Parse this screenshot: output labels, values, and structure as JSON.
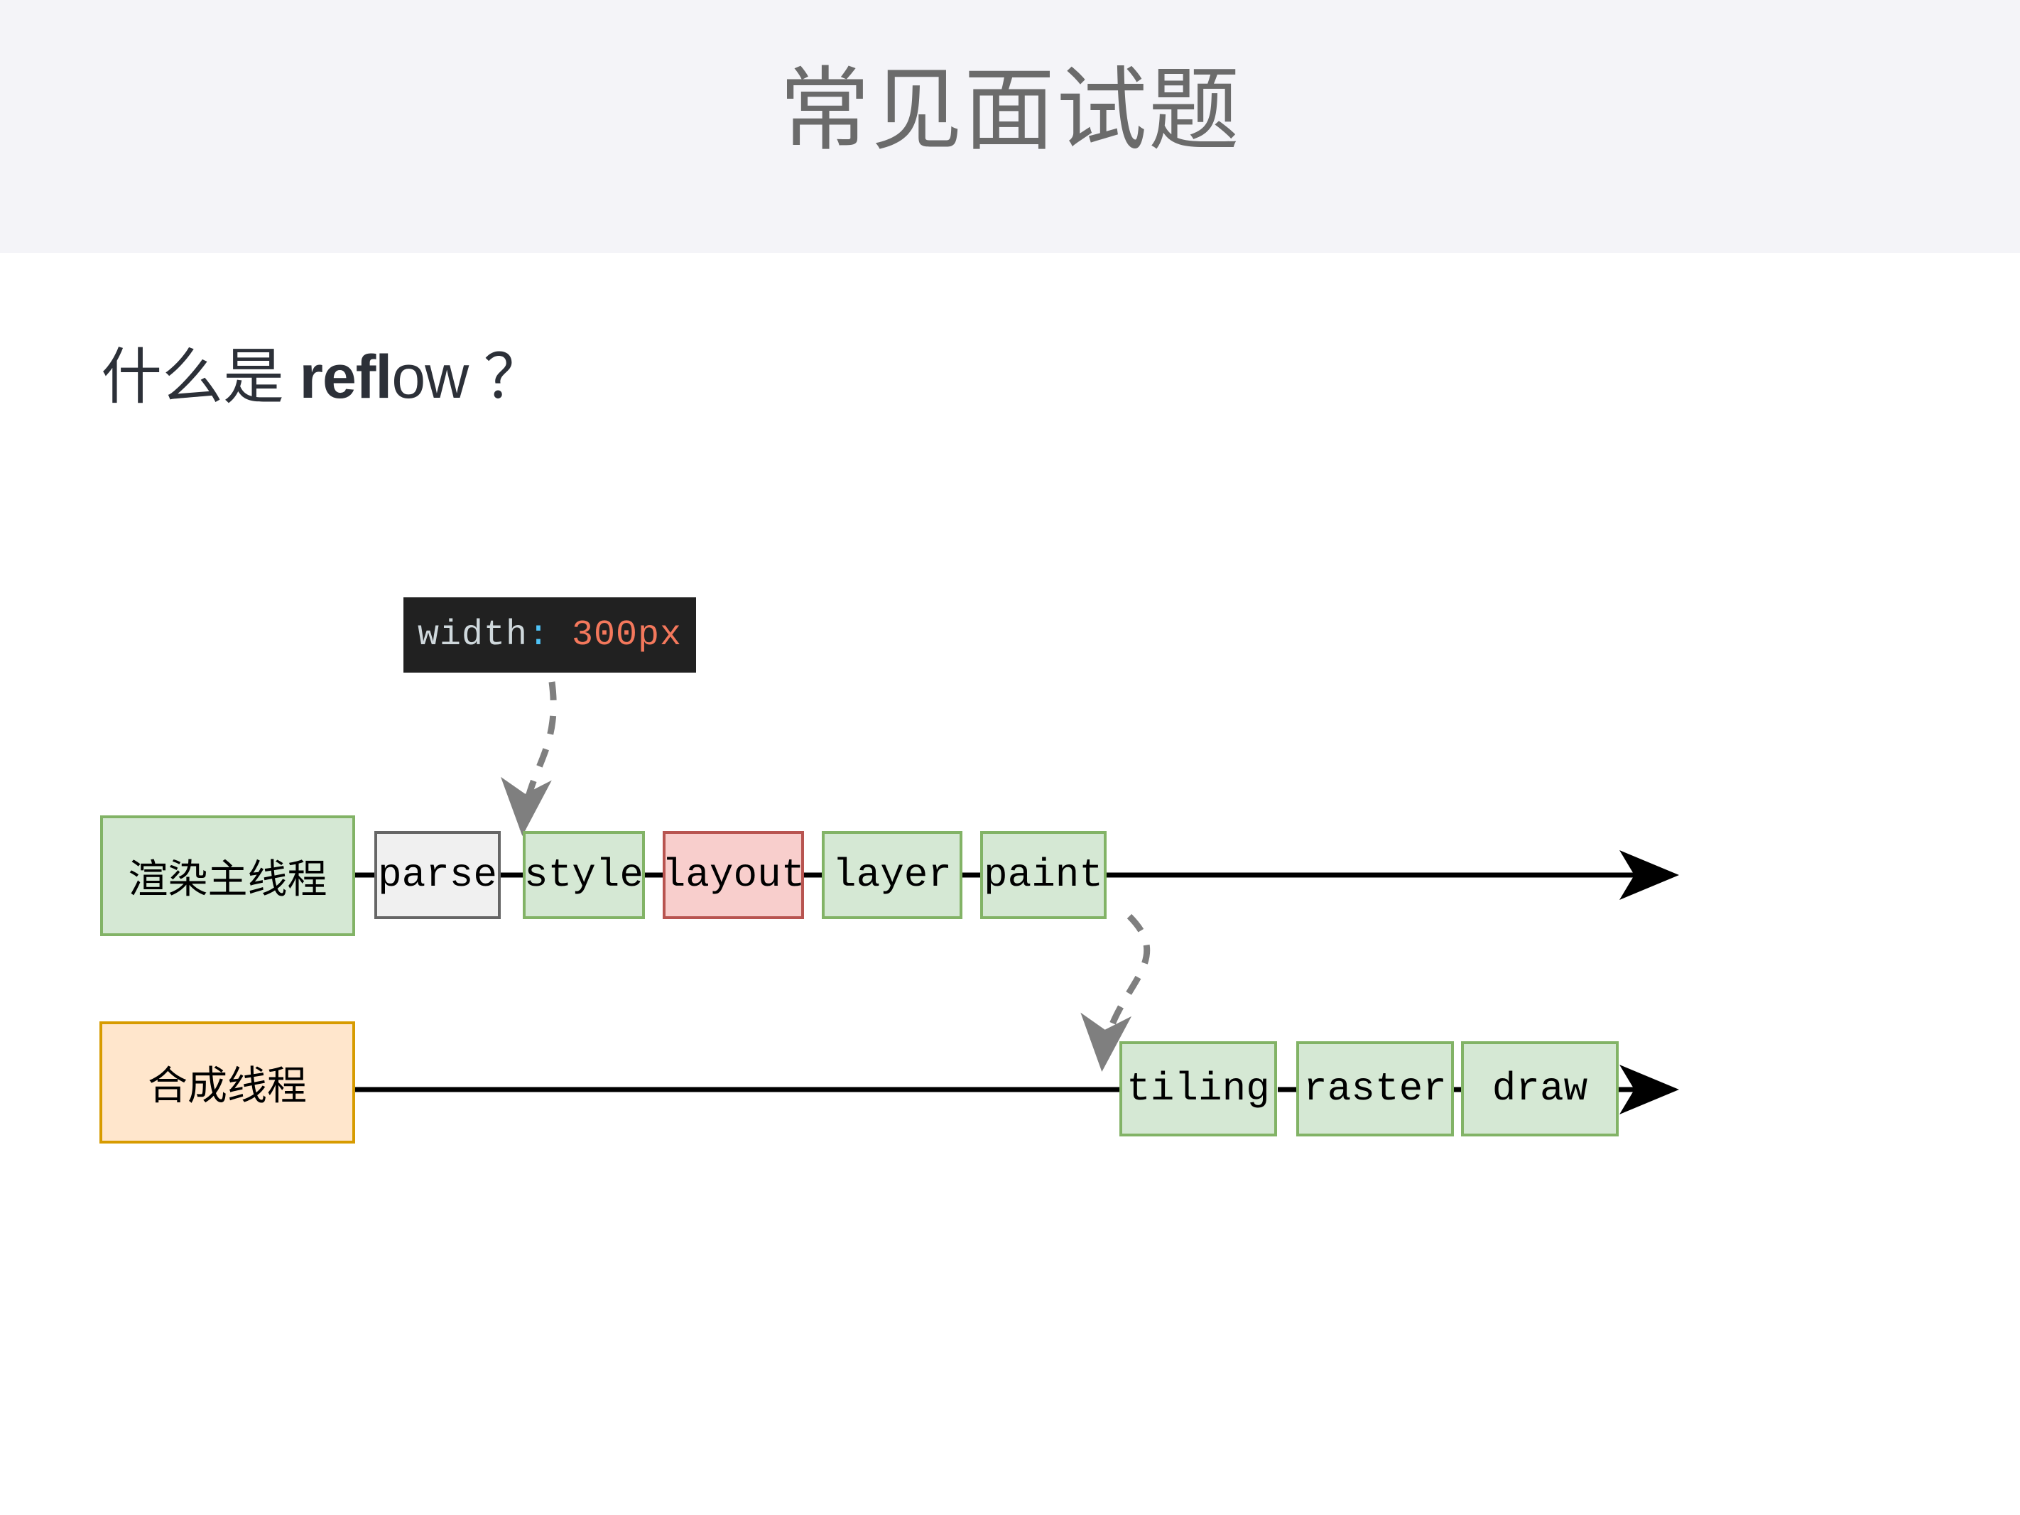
{
  "slide": {
    "title": "常见面试题",
    "heading": {
      "prefix": "什么是 ",
      "keyword_bold": "refl",
      "keyword_light": "ow",
      "suffix": " ？"
    },
    "background": "#ffffff",
    "header_background": "#f4f4f8",
    "title_color": "#6b6b6b",
    "heading_color": "#2c3038"
  },
  "code_tooltip": {
    "property": "width",
    "separator": ":",
    "value": "300px",
    "full_text": "width: 300px",
    "bg": "#212121",
    "property_color": "#cfd8dc",
    "separator_color": "#4fc3f7",
    "value_color": "#f4785c"
  },
  "diagram": {
    "type": "browser-rendering-pipeline",
    "lanes": [
      {
        "id": "main-thread",
        "label": "渲染主线程",
        "style": "green",
        "steps": [
          {
            "label": "parse",
            "style": "gray"
          },
          {
            "label": "style",
            "style": "green"
          },
          {
            "label": "layout",
            "style": "red"
          },
          {
            "label": "layer",
            "style": "green"
          },
          {
            "label": "paint",
            "style": "green"
          }
        ]
      },
      {
        "id": "compositor-thread",
        "label": "合成线程",
        "style": "orange",
        "steps": [
          {
            "label": "tiling",
            "style": "green"
          },
          {
            "label": "raster",
            "style": "green"
          },
          {
            "label": "draw",
            "style": "green"
          }
        ]
      }
    ],
    "annotations": [
      {
        "from": "code_tooltip",
        "to": "style",
        "kind": "dashed-arrow"
      },
      {
        "from": "paint",
        "to": "tiling",
        "kind": "dashed-arrow"
      }
    ],
    "colors": {
      "green_fill": "#d5e8d4",
      "green_border": "#82b366",
      "red_fill": "#f8cecc",
      "red_border": "#b85450",
      "gray_fill": "#f0f0f0",
      "gray_border": "#666666",
      "orange_fill": "#ffe6cc",
      "orange_border": "#d79b00",
      "connector": "#000000",
      "dashed": "#808080"
    }
  }
}
